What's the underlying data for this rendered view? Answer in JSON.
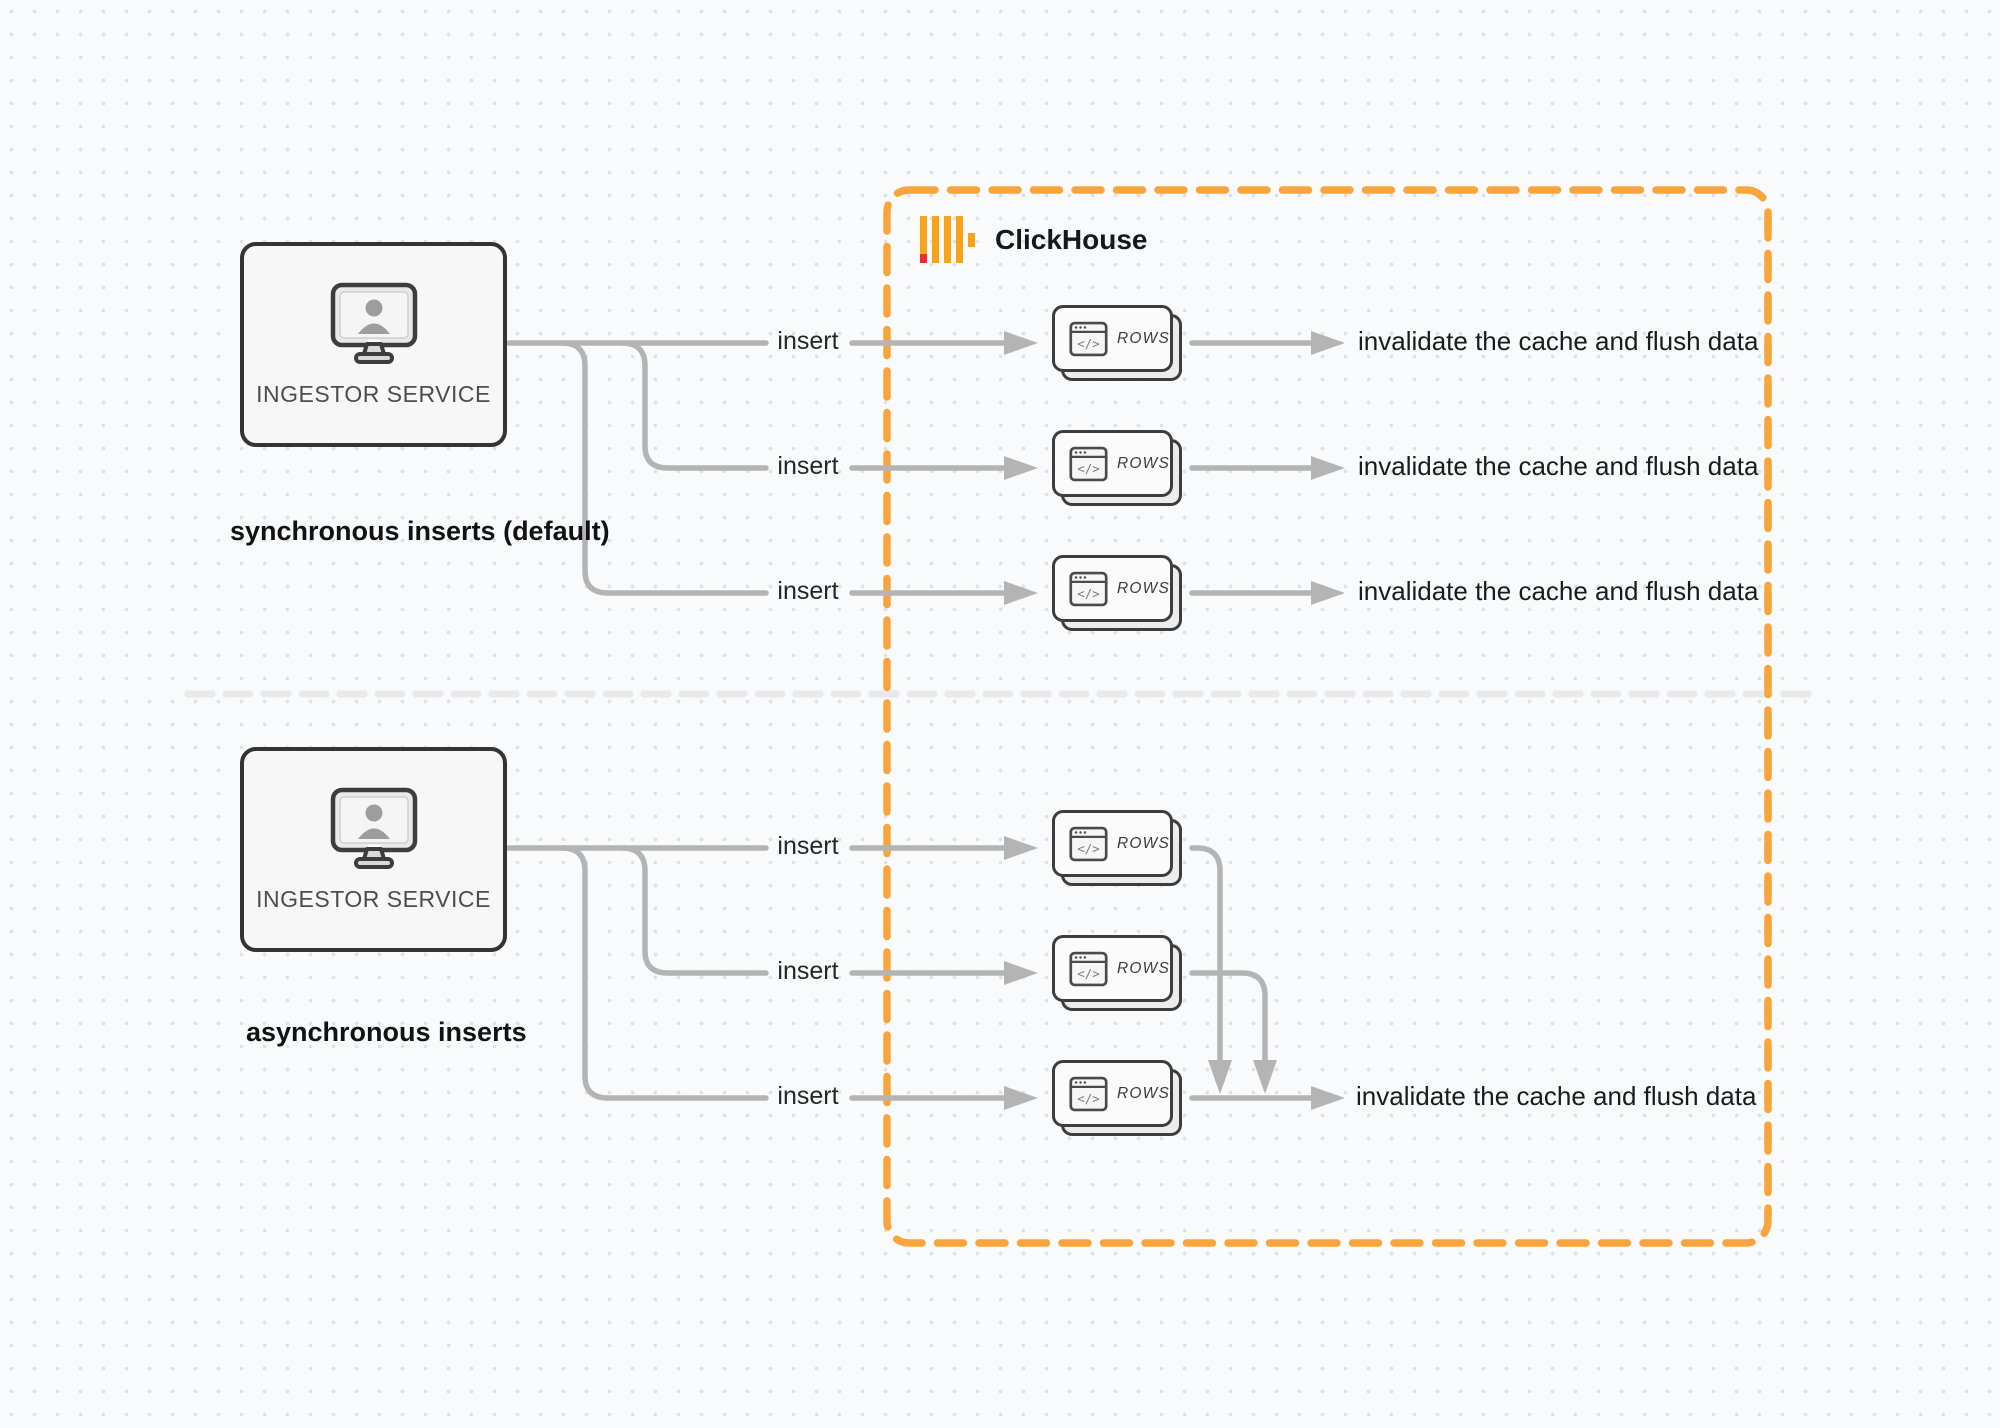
{
  "diagram": {
    "clickhouse_label": "ClickHouse",
    "sync": {
      "caption": "synchronous inserts (default)",
      "service_label": "INGESTOR SERVICE",
      "rows": [
        {
          "insert": "insert",
          "part": "ROWS",
          "result": "invalidate the cache and flush data"
        },
        {
          "insert": "insert",
          "part": "ROWS",
          "result": "invalidate the cache and flush data"
        },
        {
          "insert": "insert",
          "part": "ROWS",
          "result": "invalidate the cache and flush data"
        }
      ]
    },
    "async": {
      "caption": "asynchronous inserts",
      "service_label": "INGESTOR SERVICE",
      "rows": [
        {
          "insert": "insert",
          "part": "ROWS"
        },
        {
          "insert": "insert",
          "part": "ROWS"
        },
        {
          "insert": "insert",
          "part": "ROWS",
          "result": "invalidate the cache and flush data"
        }
      ]
    },
    "colors": {
      "accent_orange": "#f9a43c",
      "logo_yellow": "#faa31a",
      "logo_red": "#f52a2a",
      "connector_gray": "#b4b4b4"
    }
  }
}
